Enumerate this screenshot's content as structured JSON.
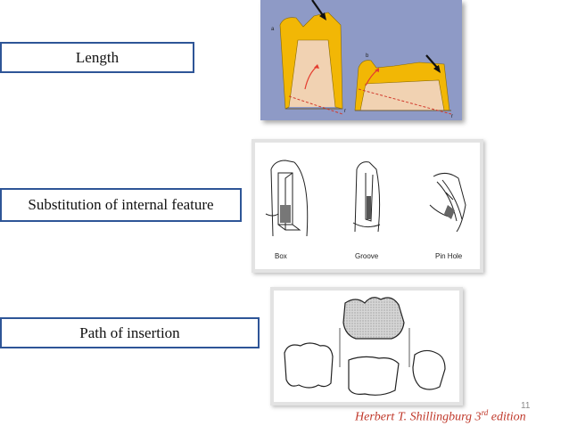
{
  "labels": {
    "length": "Length",
    "substitution": "Substitution of internal feature",
    "path": "Path of insertion"
  },
  "figure1": {
    "label_a": "a",
    "label_b": "b",
    "label_r": "r",
    "label_r2": "r",
    "colors": {
      "background": "#8e9ac6",
      "crown": "#f2b705",
      "tooth": "#f1d2b2",
      "arrow": "#e43d2f"
    }
  },
  "figure2": {
    "captions": [
      "Box",
      "Groove",
      "Pin Hole"
    ]
  },
  "footer": {
    "page_number": "11",
    "citation_main": "Herbert T. Shillingburg 3",
    "citation_sup": "rd",
    "citation_tail": " edition"
  }
}
